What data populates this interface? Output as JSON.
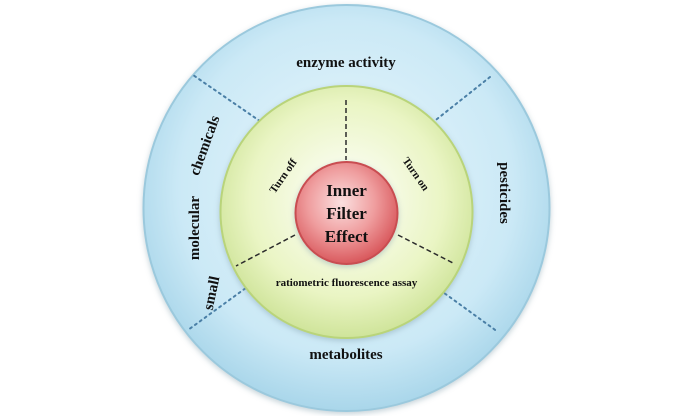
{
  "diagram": {
    "center": {
      "lines": [
        "Inner",
        "Filter",
        "Effect"
      ]
    },
    "middle_ring": {
      "turn_off": "Turn off",
      "turn_on": "Turn on",
      "ratiometric": "ratiometric fluorescence assay"
    },
    "outer_ring": {
      "enzyme": "enzyme activity",
      "pesticides": "pesticides",
      "metabolites": "metabolites",
      "small_molecular": {
        "small": "small",
        "molecular": "molecular",
        "chemicals": "chemicals"
      }
    },
    "colors": {
      "outer_ring": "#c7e7f5",
      "outer_ring_edge": "#9bc9dd",
      "middle_ring": "#e6f2b8",
      "middle_ring_edge": "#b9d47a",
      "core": "#e8797b",
      "core_edge": "#c94d51",
      "divider": "#2b2b2b",
      "outer_divider": "#4a7fa6"
    }
  }
}
